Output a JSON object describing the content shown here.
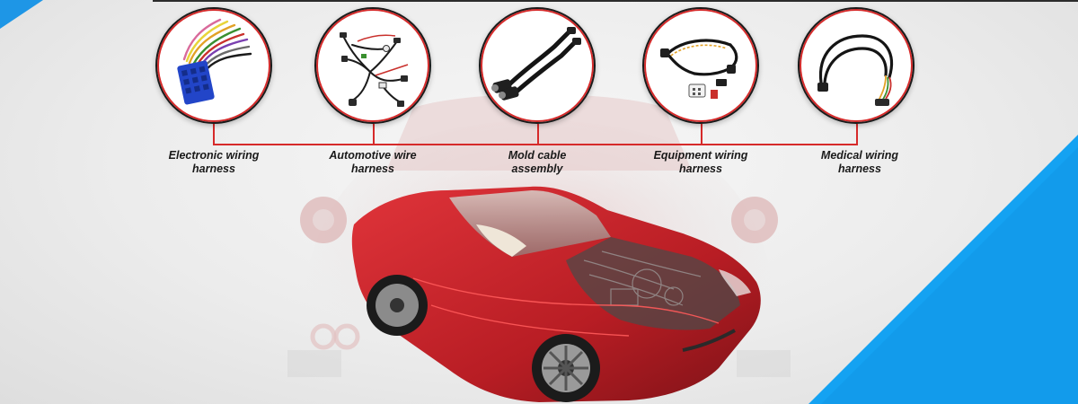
{
  "categories": [
    {
      "line1": "Electronic wiring",
      "line2": "harness",
      "icon": "electronic-harness-icon"
    },
    {
      "line1": "Automotive wire",
      "line2": "harness",
      "icon": "automotive-harness-icon"
    },
    {
      "line1": "Mold cable",
      "line2": "assembly",
      "icon": "mold-cable-icon"
    },
    {
      "line1": "Equipment wiring",
      "line2": "harness",
      "icon": "equipment-harness-icon"
    },
    {
      "line1": "Medical wiring",
      "line2": "harness",
      "icon": "medical-harness-icon"
    }
  ],
  "colors": {
    "accent": "#d62a2a",
    "blue": "#14a2f2",
    "car_red": "#c8202a"
  }
}
